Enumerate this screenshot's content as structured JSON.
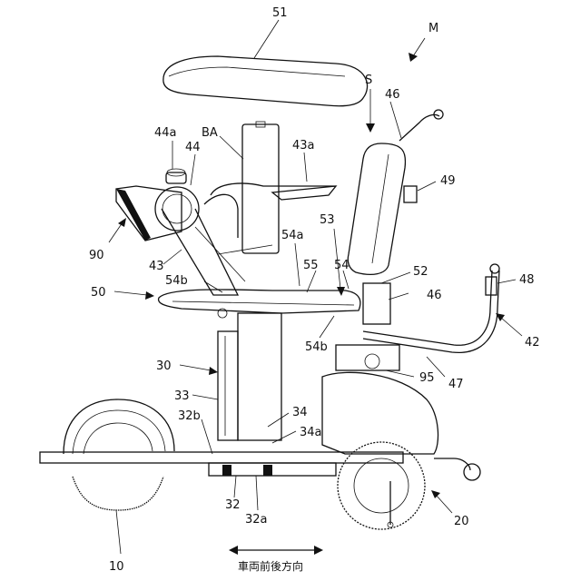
{
  "figure": {
    "labels": {
      "l51": "51",
      "lM": "M",
      "lS": "S",
      "l46a": "46",
      "l44a": "44a",
      "lBA": "BA",
      "l44": "44",
      "l43a": "43a",
      "l49": "49",
      "l53": "53",
      "l54a": "54a",
      "l90": "90",
      "l43": "43",
      "l55": "55",
      "l54": "54",
      "l52": "52",
      "l48": "48",
      "l54b_left": "54b",
      "l50": "50",
      "l46b": "46",
      "l54b_right": "54b",
      "l42": "42",
      "l30": "30",
      "l95": "95",
      "l47": "47",
      "l33": "33",
      "l32b": "32b",
      "l34": "34",
      "l34a": "34a",
      "l32": "32",
      "l32a": "32a",
      "l20": "20",
      "l10": "10"
    },
    "direction_caption": "車両前後方向"
  }
}
